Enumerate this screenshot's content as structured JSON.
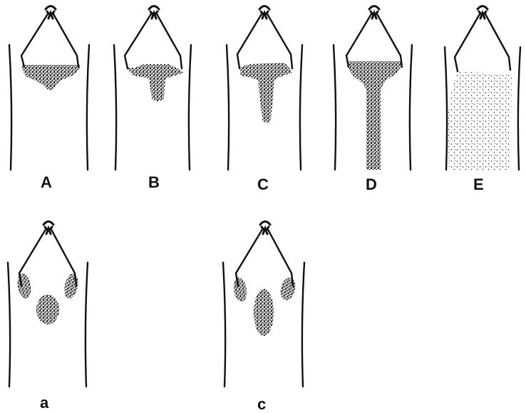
{
  "figure": {
    "labels": {
      "A": "A",
      "B": "B",
      "C": "C",
      "D": "D",
      "E": "E",
      "a": "a",
      "c": "c"
    },
    "colors": {
      "ink": "#111111",
      "background": "#ffffff"
    }
  }
}
